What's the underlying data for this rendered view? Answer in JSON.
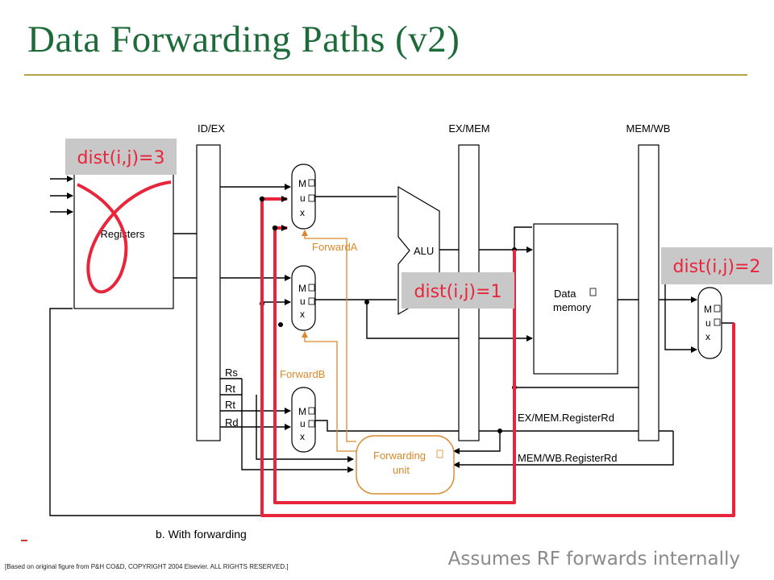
{
  "slide": {
    "title": "Data Forwarding Paths (v2)",
    "footnote": "[Based on original figure from P&H CO&D, COPYRIGHT 2004 Elsevier. ALL RIGHTS RESERVED.]",
    "note": "Assumes RF forwards internally"
  },
  "diagram": {
    "pipeline_registers": [
      "ID/EX",
      "EX/MEM",
      "MEM/WB"
    ],
    "registers_label": "Registers",
    "mux_letters": [
      "M",
      "u",
      "x"
    ],
    "alu_label": "ALU",
    "data_memory_label": [
      "Data",
      "memory"
    ],
    "forward_a": "ForwardA",
    "forward_b": "ForwardB",
    "forwarding_unit": [
      "Forwarding",
      "unit"
    ],
    "field_labels": [
      "Rs",
      "Rt",
      "Rt",
      "Rd"
    ],
    "exmem_rd": "EX/MEM.RegisterRd",
    "memwb_rd": "MEM/WB.RegisterRd",
    "caption": "b. With forwarding",
    "callouts": [
      "dist(i,j)=3",
      "dist(i,j)=1",
      "dist(i,j)=2"
    ],
    "colors": {
      "title": "#1e6b3a",
      "path": "#e8253a",
      "control": "#d9892b",
      "callout_bg": "#c8c8c8"
    }
  }
}
